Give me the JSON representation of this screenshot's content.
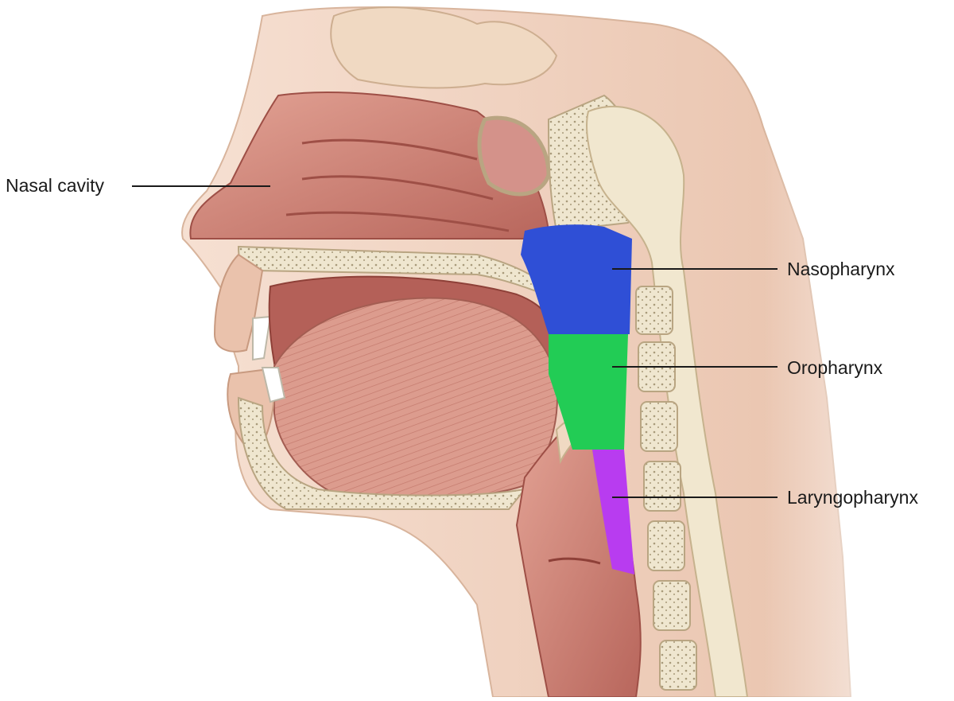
{
  "labels": {
    "nasal_cavity": "Nasal cavity",
    "nasopharynx": "Nasopharynx",
    "oropharynx": "Oropharynx",
    "laryngopharynx": "Laryngopharynx"
  },
  "colors": {
    "nasopharynx": "#2f4fd6",
    "oropharynx": "#22cc55",
    "laryngopharynx": "#b83cf0",
    "tissue": "#d58a7e",
    "bone": "#efe6cf",
    "skin": "#f2d2bf",
    "leader_line": "#1a1a1a"
  }
}
